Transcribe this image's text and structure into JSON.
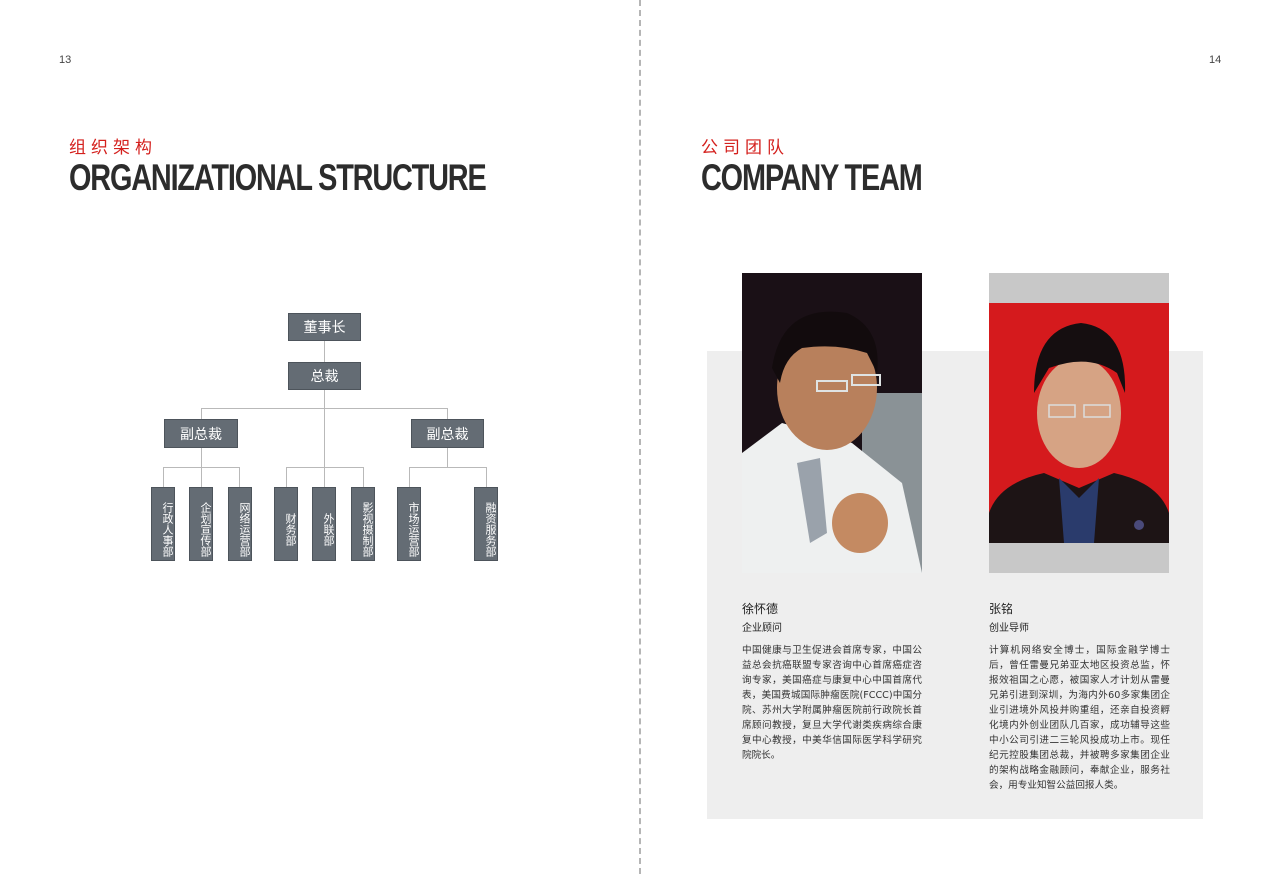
{
  "left_page": {
    "page_number": "13",
    "title_cn": "组织架构",
    "title_en": "ORGANIZATIONAL STRUCTURE",
    "org_chart": {
      "chairman": "董事长",
      "ceo": "总裁",
      "vice_presidents": [
        {
          "label": "副总裁",
          "departments": [
            "行政人事部",
            "企划宣传部",
            "网络运营部"
          ]
        },
        {
          "label": "副总裁",
          "departments": [
            "市场运营部",
            "融资服务部"
          ]
        }
      ],
      "ceo_direct_departments": [
        "财务部",
        "外联部",
        "影视摄制部"
      ]
    }
  },
  "right_page": {
    "page_number": "14",
    "title_cn": "公司团队",
    "title_en": "COMPANY TEAM",
    "members": [
      {
        "name": "徐怀德",
        "role": "企业顾问",
        "photo": "portrait-man-white-coat",
        "bio": "中国健康与卫生促进会首席专家，中国公益总会抗癌联盟专家咨询中心首席癌症咨询专家，美国癌症与康复中心中国首席代表，美国费城国际肿瘤医院(FCCC)中国分院、苏州大学附属肿瘤医院前行政院长首席顾问教授，复旦大学代谢类疾病综合康复中心教授，中美华信国际医学科学研究院院长。"
      },
      {
        "name": "张铭",
        "role": "创业导师",
        "photo": "portrait-man-red-background",
        "bio": "计算机网络安全博士，国际金融学博士后，曾任雷曼兄弟亚太地区投资总监，怀报效祖国之心愿，被国家人才计划从雷曼兄弟引进到深圳，为海内外60多家集团企业引进境外风投并购重组，还亲自投资孵化境内外创业团队几百家，成功辅导这些中小公司引进二三轮风投成功上市。现任纪元控股集团总裁，并被聘多家集团企业的架构战略金融顾问，奉献企业，服务社会，用专业知智公益回报人类。"
      }
    ],
    "colors": {
      "accent_red": "#d4201d",
      "panel_gray": "#eeeeee",
      "node_gray": "#646c74"
    }
  }
}
